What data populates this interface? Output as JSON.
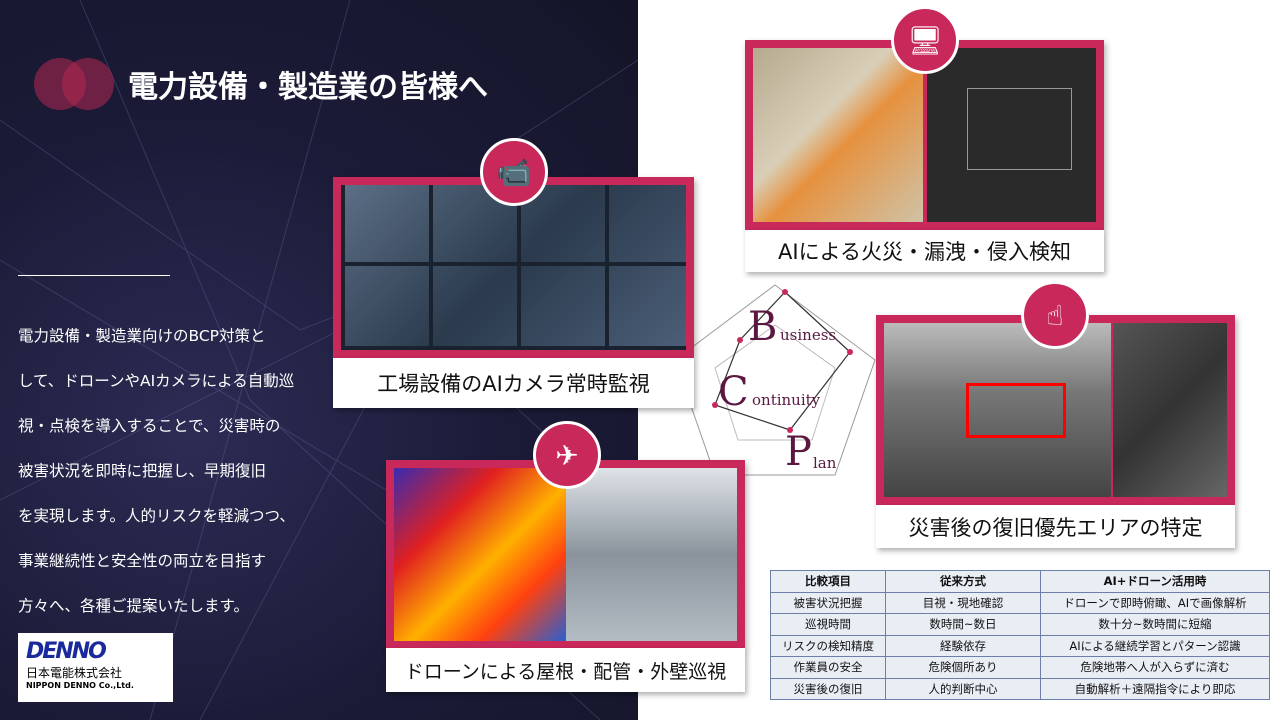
{
  "title": "電力設備・製造業の皆様へ",
  "body_lines": [
    "電力設備・製造業向けのBCP対策と",
    "して、ドローンやAIカメラによる自動巡",
    "視・点検を導入することで、災害時の",
    "被害状況を即時に把握し、早期復旧",
    "を実現します。人的リスクを軽減つつ、",
    "事業継続性と安全性の両立を目指す",
    "方々へ、各種ご提案いたします。"
  ],
  "logo": {
    "mark": "DENNO",
    "jp": "日本電能株式会社",
    "en": "NIPPON DENNO Co.,Ltd."
  },
  "cards": {
    "camera": {
      "label": "工場設備のAIカメラ常時監視",
      "icon": "cctv-camera-icon"
    },
    "fire": {
      "label": "AIによる火災・漏洩・侵入検知",
      "icon": "monitor-user-icon"
    },
    "disaster": {
      "label": "災害後の復旧優先エリアの特定",
      "icon": "touch-hand-icon"
    },
    "drone": {
      "label": "ドローンによる屋根・配管・外壁巡視",
      "icon": "drone-icon"
    }
  },
  "bcp": {
    "b": "B",
    "b_rest": "usiness",
    "c": "C",
    "c_rest": "ontinuity",
    "p": "P",
    "p_rest": "lan"
  },
  "table": {
    "headers": [
      "比較項目",
      "従来方式",
      "AI+ドローン活用時"
    ],
    "rows": [
      [
        "被害状況把握",
        "目視・現地確認",
        "ドローンで即時俯瞰、AIで画像解析"
      ],
      [
        "巡視時間",
        "数時間~数日",
        "数十分~数時間に短縮"
      ],
      [
        "リスクの検知精度",
        "経験依存",
        "AIによる継続学習とパターン認識"
      ],
      [
        "作業員の安全",
        "危険個所あり",
        "危険地帯へ人が入らずに済む"
      ],
      [
        "災害後の復旧",
        "人的判断中心",
        "自動解析＋遠隔指令により即応"
      ]
    ]
  },
  "colors": {
    "accent": "#c8285a",
    "dark": "#1b1b38"
  }
}
